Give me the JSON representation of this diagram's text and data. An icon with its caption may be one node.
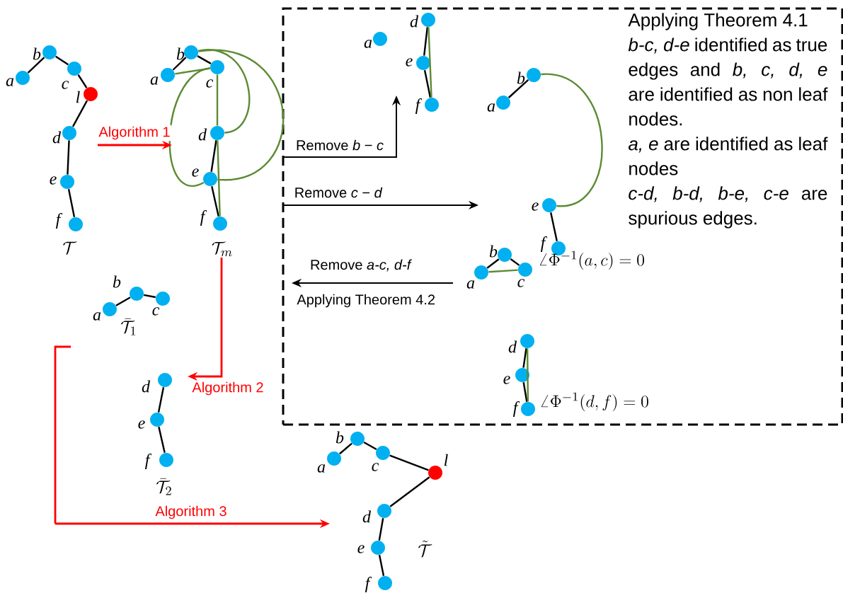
{
  "diagram": {
    "nodes": [
      {
        "text": [],
        "shape": "circle",
        "beside": [
          "a"
        ]
      },
      {
        "text": [],
        "shape": "circle",
        "beside": [
          "b"
        ]
      },
      {
        "text": [],
        "shape": "circle",
        "beside": [
          "c"
        ]
      },
      {
        "text": [],
        "shape": "circle",
        "beside": [
          "l"
        ]
      },
      {
        "text": [],
        "shape": "circle",
        "beside": [
          "d"
        ]
      },
      {
        "text": [],
        "shape": "circle",
        "beside": [
          "e"
        ]
      },
      {
        "text": [],
        "shape": "circle",
        "beside": [
          "f"
        ]
      },
      {
        "text": [],
        "shape": "circle",
        "beside": [
          "a"
        ]
      },
      {
        "text": [],
        "shape": "circle",
        "beside": [
          "b"
        ]
      },
      {
        "text": [],
        "shape": "circle",
        "beside": [
          "c"
        ]
      },
      {
        "text": [],
        "shape": "circle",
        "beside": [
          "d"
        ]
      },
      {
        "text": [],
        "shape": "circle",
        "beside": [
          "e"
        ]
      },
      {
        "text": [],
        "shape": "circle",
        "beside": [
          "f"
        ]
      },
      {
        "text": [
          "Applying Theorem 4.1",
          "*b-c, d-e* identified as true edges and *b, c, d, e* are identified as non leaf nodes.",
          "*a, e* are identified as leaf nodes",
          "*c-d, b-d, b-e, c-e* are spurious edges."
        ]
      },
      {
        "text": [],
        "shape": "circle",
        "beside": [
          "a"
        ],
        "in": 13
      },
      {
        "text": [],
        "shape": "circle",
        "beside": [
          "d"
        ],
        "in": 13
      },
      {
        "text": [],
        "shape": "circle",
        "beside": [
          "e"
        ],
        "in": 13
      },
      {
        "text": [],
        "shape": "circle",
        "beside": [
          "f"
        ],
        "in": 13
      },
      {
        "text": [],
        "shape": "circle",
        "beside": [
          "a"
        ],
        "in": 13
      },
      {
        "text": [],
        "shape": "circle",
        "beside": [
          "b"
        ],
        "in": 13
      },
      {
        "text": [],
        "shape": "circle",
        "beside": [
          "e"
        ],
        "in": 13
      },
      {
        "text": [],
        "shape": "circle",
        "beside": [
          "f"
        ],
        "in": 13
      },
      {
        "text": [],
        "shape": "circle",
        "beside": [
          "b"
        ],
        "in": 13
      },
      {
        "text": [],
        "shape": "circle",
        "beside": [
          "a"
        ],
        "in": 13
      },
      {
        "text": [],
        "shape": "circle",
        "beside": [
          "c"
        ],
        "in": 13
      },
      {
        "text": [],
        "shape": "circle",
        "beside": [
          "d"
        ],
        "in": 13
      },
      {
        "text": [],
        "shape": "circle",
        "beside": [
          "e"
        ],
        "in": 13
      },
      {
        "text": [],
        "shape": "circle",
        "beside": [
          "f"
        ],
        "in": 13
      },
      {
        "text": [],
        "shape": "circle",
        "beside": [
          "a"
        ]
      },
      {
        "text": [],
        "shape": "circle",
        "beside": [
          "b"
        ]
      },
      {
        "text": [],
        "shape": "circle",
        "beside": [
          "c"
        ]
      },
      {
        "text": [],
        "shape": "circle",
        "beside": [
          "d"
        ]
      },
      {
        "text": [],
        "shape": "circle",
        "beside": [
          "e"
        ]
      },
      {
        "text": [],
        "shape": "circle",
        "beside": [
          "f"
        ]
      },
      {
        "text": [],
        "shape": "circle",
        "beside": [
          "a"
        ]
      },
      {
        "text": [],
        "shape": "circle",
        "beside": [
          "b"
        ]
      },
      {
        "text": [],
        "shape": "circle",
        "beside": [
          "c"
        ]
      },
      {
        "text": [],
        "shape": "circle",
        "beside": [
          "l"
        ]
      },
      {
        "text": [],
        "shape": "circle",
        "beside": [
          "d"
        ]
      },
      {
        "text": [],
        "shape": "circle",
        "beside": [
          "e"
        ]
      },
      {
        "text": [],
        "shape": "circle",
        "beside": [
          "f"
        ]
      }
    ],
    "edges": [
      {
        "from": 0,
        "to": 1,
        "arrow": "none"
      },
      {
        "from": 1,
        "to": 2,
        "arrow": "none"
      },
      {
        "from": 2,
        "to": 3,
        "arrow": "none"
      },
      {
        "from": 3,
        "to": 4,
        "arrow": "none"
      },
      {
        "from": 4,
        "to": 5,
        "arrow": "none"
      },
      {
        "from": 5,
        "to": 6,
        "arrow": "none"
      },
      {
        "from": 7,
        "to": 8,
        "arrow": "none"
      },
      {
        "from": 8,
        "to": 9,
        "arrow": "none"
      },
      {
        "from": 10,
        "to": 11,
        "arrow": "none"
      },
      {
        "from": 11,
        "to": 12,
        "arrow": "none"
      },
      {
        "from": 7,
        "to": 9,
        "arrow": "none",
        "color": "#5b8b32"
      },
      {
        "from": 9,
        "to": 10,
        "arrow": "none",
        "color": "#5b8b32"
      },
      {
        "from": 10,
        "to": 12,
        "arrow": "none",
        "color": "#5b8b32"
      },
      {
        "from": 8,
        "to": 10,
        "arrow": "none",
        "color": "#5b8b32"
      },
      {
        "from": 8,
        "to": 11,
        "arrow": "none",
        "color": "#5b8b32"
      },
      {
        "from": 9,
        "to": 11,
        "arrow": "none",
        "color": "#5b8b32"
      },
      {
        "from": 15,
        "to": 16,
        "arrow": "none"
      },
      {
        "from": 16,
        "to": 17,
        "arrow": "none"
      },
      {
        "from": 15,
        "to": 17,
        "arrow": "none",
        "color": "#5b8b32"
      },
      {
        "from": 18,
        "to": 19,
        "arrow": "none"
      },
      {
        "from": 19,
        "to": 20,
        "arrow": "none",
        "color": "#5b8b32"
      },
      {
        "from": 20,
        "to": 21,
        "arrow": "none"
      },
      {
        "from": 23,
        "to": 22,
        "arrow": "none"
      },
      {
        "from": 22,
        "to": 24,
        "arrow": "none"
      },
      {
        "from": 23,
        "to": 24,
        "arrow": "none",
        "color": "#5b8b32"
      },
      {
        "from": 25,
        "to": 26,
        "arrow": "none"
      },
      {
        "from": 26,
        "to": 27,
        "arrow": "none"
      },
      {
        "from": 25,
        "to": 27,
        "arrow": "none",
        "color": "#5b8b32"
      },
      {
        "from": 28,
        "to": 29,
        "arrow": "none"
      },
      {
        "from": 29,
        "to": 30,
        "arrow": "none"
      },
      {
        "from": 31,
        "to": 32,
        "arrow": "none"
      },
      {
        "from": 32,
        "to": 33,
        "arrow": "none"
      },
      {
        "from": 34,
        "to": 35,
        "arrow": "none"
      },
      {
        "from": 35,
        "to": 36,
        "arrow": "none"
      },
      {
        "from": 36,
        "to": 37,
        "arrow": "none"
      },
      {
        "from": 37,
        "to": 38,
        "arrow": "none"
      },
      {
        "from": 38,
        "to": 39,
        "arrow": "none"
      },
      {
        "from": 39,
        "to": 40,
        "arrow": "none"
      }
    ],
    "labels": [
      "\\mathcal{T}",
      "\\mathcal{T}_m",
      "Algorithm 1",
      "Remove *b* − *c*",
      "Remove *c* − *d*",
      "Remove *a-c, d-f*",
      "\\angle\\Phi^{-1}(a,c)=0",
      "Applying Theorem 4.2",
      "\\angle\\Phi^{-1}(d,f)=0",
      "\\bar{\\mathcal{T}}_1",
      "Algorithm 2",
      "\\bar{\\mathcal{T}}_2",
      "Algorithm 3",
      "\\tilde{\\mathcal{T}}"
    ]
  }
}
